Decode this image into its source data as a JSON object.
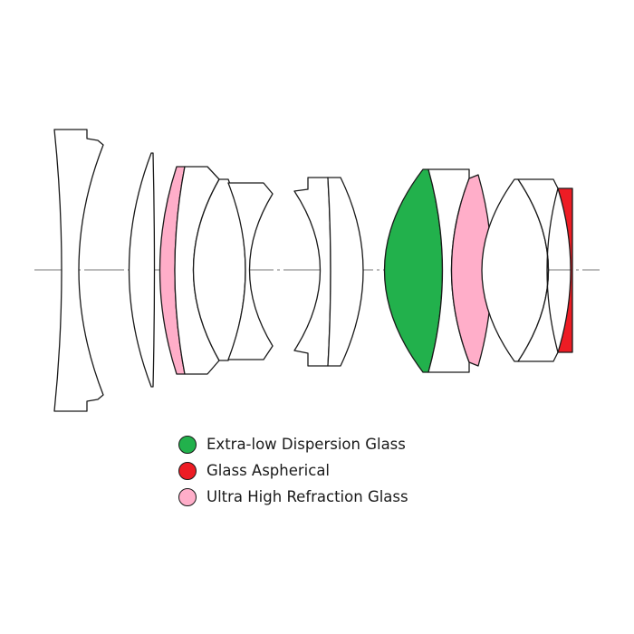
{
  "colors": {
    "outline": "#1a1a1a",
    "axis": "#777777",
    "plain_glass": "#ffffff",
    "extra_low_dispersion": "#22b14c",
    "aspherical": "#ed1c24",
    "ultra_high_refraction": "#ffaec9"
  },
  "legend": [
    {
      "label": "Extra-low Dispersion Glass",
      "color": "#22b14c"
    },
    {
      "label": "Glass Aspherical",
      "color": "#ed1c24"
    },
    {
      "label": "Ultra High Refraction Glass",
      "color": "#ffaec9"
    }
  ]
}
